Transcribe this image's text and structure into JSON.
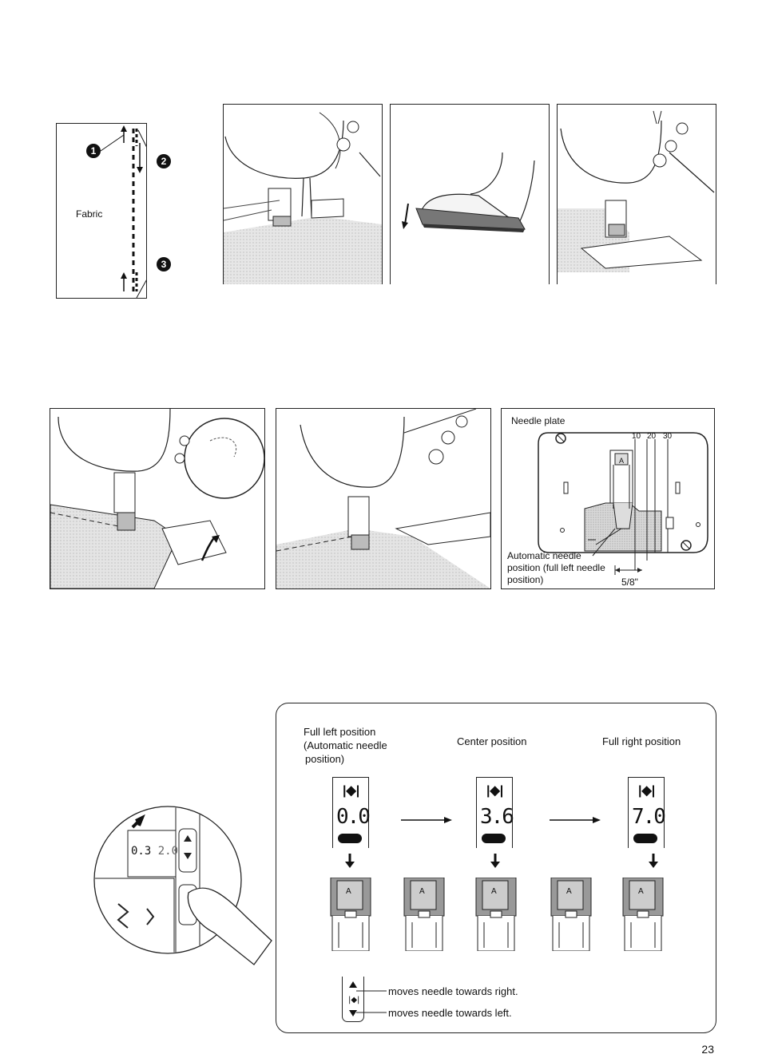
{
  "fabric_diagram": {
    "label": "Fabric",
    "markers": [
      "1",
      "2",
      "3"
    ]
  },
  "needle_plate": {
    "title": "Needle plate",
    "scale": [
      "10",
      "20",
      "30"
    ],
    "presser_letter": "A",
    "callout": [
      "Automatic needle",
      "position (full left needle",
      "position)"
    ],
    "measure": "5/8\""
  },
  "positions": {
    "left": [
      "Full left position",
      "(Automatic needle",
      "position)"
    ],
    "center": "Center position",
    "right": "Full right position",
    "displays": [
      "0.0",
      "3.6",
      "7.0"
    ],
    "foot_letter": "A"
  },
  "inset_display": {
    "value_left": "0.3",
    "value_right": "2.0"
  },
  "legend": {
    "up": "moves needle towards right.",
    "down": "moves needle towards left."
  },
  "page_number": "23"
}
